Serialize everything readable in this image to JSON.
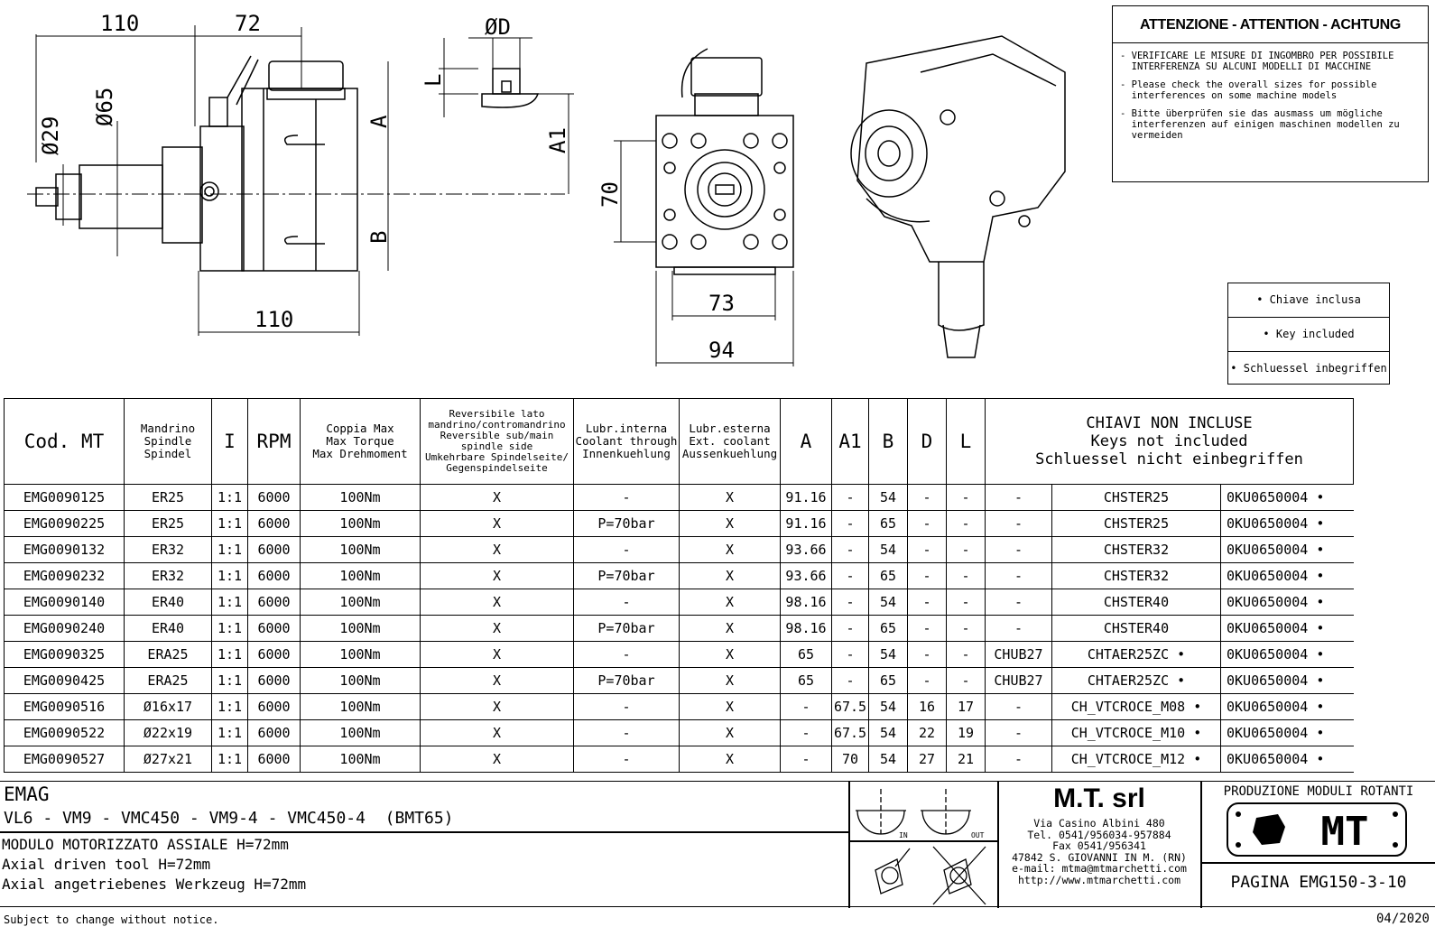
{
  "warning": {
    "title": "ATTENZIONE - ATTENTION - ACHTUNG",
    "messages": [
      "- VERIFICARE LE MISURE DI INGOMBRO PER POSSIBILE\n  INTERFERENZA SU ALCUNI MODELLI DI MACCHINE",
      "- Please check the overall sizes for possible\n  interferences on some machine models",
      "- Bitte überprüfen sie das ausmass um mögliche\n  interferenzen auf einigen maschinen modellen zu\n  vermeiden"
    ]
  },
  "keybox": [
    "• Chiave inclusa",
    "• Key included",
    "• Schluessel inbegriffen"
  ],
  "drawing": {
    "dims": {
      "d110_top": "110",
      "d72": "72",
      "d65": "Ø65",
      "d29": "Ø29",
      "d110_bottom": "110",
      "dA": "A",
      "dB": "B",
      "dD": "ØD",
      "dL": "L",
      "dA1": "A1",
      "d70": "70",
      "d73": "73",
      "d94": "94"
    }
  },
  "table": {
    "headers": {
      "cod": "Cod. MT",
      "mandrino": [
        "Mandrino",
        "Spindle",
        "Spindel"
      ],
      "ratio": "I",
      "rpm": "RPM",
      "coppia": [
        "Coppia Max",
        "Max Torque",
        "Max Drehmoment"
      ],
      "reversible": [
        "Reversibile lato",
        "mandrino/contromandrino",
        "Reversible sub/main",
        "spindle side",
        "Umkehrbare Spindelseite/",
        "Gegenspindelseite"
      ],
      "lubr_int": [
        "Lubr.interna",
        "Coolant through",
        "Innenkuehlung"
      ],
      "lubr_ext": [
        "Lubr.esterna",
        "Ext. coolant",
        "Aussenkuehlung"
      ],
      "a": "A",
      "a1": "A1",
      "b": "B",
      "d": "D",
      "l": "L",
      "keys": [
        "CHIAVI NON INCLUSE",
        "Keys not included",
        "Schluessel nicht einbegriffen"
      ]
    },
    "rows": [
      [
        "EMG0090125",
        "ER25",
        "1:1",
        "6000",
        "100Nm",
        "X",
        "-",
        "X",
        "91.16",
        "-",
        "54",
        "-",
        "-",
        "-",
        "CHSTER25",
        "0KU0650004 •"
      ],
      [
        "EMG0090225",
        "ER25",
        "1:1",
        "6000",
        "100Nm",
        "X",
        "P=70bar",
        "X",
        "91.16",
        "-",
        "65",
        "-",
        "-",
        "-",
        "CHSTER25",
        "0KU0650004 •"
      ],
      [
        "EMG0090132",
        "ER32",
        "1:1",
        "6000",
        "100Nm",
        "X",
        "-",
        "X",
        "93.66",
        "-",
        "54",
        "-",
        "-",
        "-",
        "CHSTER32",
        "0KU0650004 •"
      ],
      [
        "EMG0090232",
        "ER32",
        "1:1",
        "6000",
        "100Nm",
        "X",
        "P=70bar",
        "X",
        "93.66",
        "-",
        "65",
        "-",
        "-",
        "-",
        "CHSTER32",
        "0KU0650004 •"
      ],
      [
        "EMG0090140",
        "ER40",
        "1:1",
        "6000",
        "100Nm",
        "X",
        "-",
        "X",
        "98.16",
        "-",
        "54",
        "-",
        "-",
        "-",
        "CHSTER40",
        "0KU0650004 •"
      ],
      [
        "EMG0090240",
        "ER40",
        "1:1",
        "6000",
        "100Nm",
        "X",
        "P=70bar",
        "X",
        "98.16",
        "-",
        "65",
        "-",
        "-",
        "-",
        "CHSTER40",
        "0KU0650004 •"
      ],
      [
        "EMG0090325",
        "ERA25",
        "1:1",
        "6000",
        "100Nm",
        "X",
        "-",
        "X",
        "65",
        "-",
        "54",
        "-",
        "-",
        "CHUB27",
        "CHTAER25ZC •",
        "0KU0650004 •"
      ],
      [
        "EMG0090425",
        "ERA25",
        "1:1",
        "6000",
        "100Nm",
        "X",
        "P=70bar",
        "X",
        "65",
        "-",
        "65",
        "-",
        "-",
        "CHUB27",
        "CHTAER25ZC •",
        "0KU0650004 •"
      ],
      [
        "EMG0090516",
        "Ø16x17",
        "1:1",
        "6000",
        "100Nm",
        "X",
        "-",
        "X",
        "-",
        "67.5",
        "54",
        "16",
        "17",
        "-",
        "CH_VTCROCE_M08 •",
        "0KU0650004 •"
      ],
      [
        "EMG0090522",
        "Ø22x19",
        "1:1",
        "6000",
        "100Nm",
        "X",
        "-",
        "X",
        "-",
        "67.5",
        "54",
        "22",
        "19",
        "-",
        "CH_VTCROCE_M10 •",
        "0KU0650004 •"
      ],
      [
        "EMG0090527",
        "Ø27x21",
        "1:1",
        "6000",
        "100Nm",
        "X",
        "-",
        "X",
        "-",
        "70",
        "54",
        "27",
        "21",
        "-",
        "CH_VTCROCE_M12 •",
        "0KU0650004 •"
      ]
    ]
  },
  "footer": {
    "brand": "EMAG",
    "machines": "VL6 - VM9 - VMC450 - VM9-4 - VMC450-4  (BMT65)",
    "desc_it": "MODULO MOTORIZZATO ASSIALE H=72mm",
    "desc_en": "Axial driven tool H=72mm",
    "desc_de": "Axial angetriebenes Werkzeug H=72mm",
    "in_label": "IN",
    "out_label": "OUT",
    "company": "M.T. srl",
    "address": [
      "Via Casino Albini 480",
      "Tel. 0541/956034-957884",
      "Fax 0541/956341",
      "47842 S. GIOVANNI IN M. (RN)",
      "e-mail: mtma@mtmarchetti.com",
      "http://www.mtmarchetti.com"
    ],
    "production": "PRODUZIONE MODULI ROTANTI",
    "logo_text": "MT",
    "page": "PAGINA EMG150-3-10",
    "notice": "Subject to change without notice.",
    "date": "04/2020"
  }
}
